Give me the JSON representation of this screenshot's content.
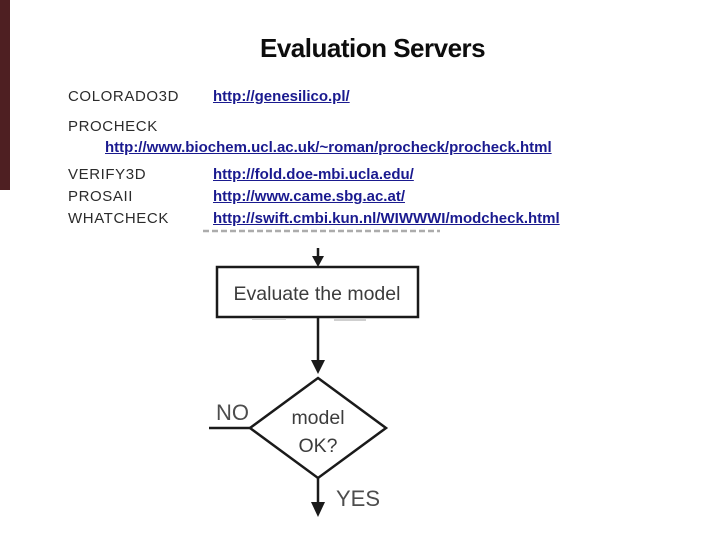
{
  "page": {
    "title": "Evaluation Servers"
  },
  "colors": {
    "accent_bar": "#4e1f22",
    "link": "#1a1a8f",
    "diagram_line": "#1a1a1a"
  },
  "servers": [
    {
      "name": "COLORADO3D",
      "url": "http://genesilico.pl/"
    },
    {
      "name": "PROCHECK",
      "url": "http://www.biochem.ucl.ac.uk/~roman/procheck/procheck.html"
    },
    {
      "name": "VERIFY3D",
      "url": "http://fold.doe-mbi.ucla.edu/"
    },
    {
      "name": "PROSAII",
      "url": "http://www.came.sbg.ac.at/"
    },
    {
      "name": "WHATCHECK",
      "url": "http://swift.cmbi.kun.nl/WIWWWI/modcheck.html"
    }
  ],
  "flowchart": {
    "process_label": "Evaluate the model",
    "decision_line1": "model",
    "decision_line2": "OK?",
    "no_label": "NO",
    "yes_label": "YES"
  }
}
